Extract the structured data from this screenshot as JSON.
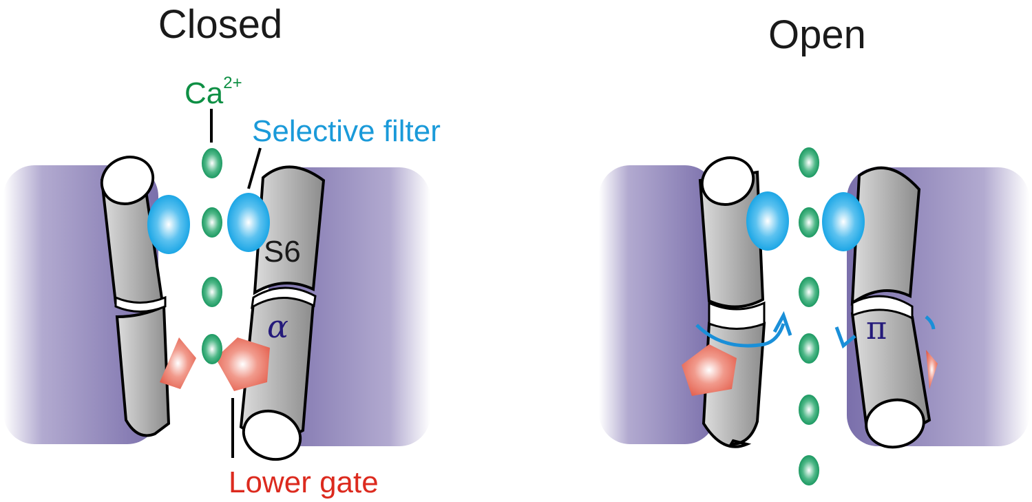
{
  "panels": {
    "closed": {
      "title": "Closed",
      "helix_label": "S6",
      "helix_type_symbol": "α",
      "labels": {
        "ion": "Ca",
        "ion_charge": "2+",
        "selective_filter": "Selective filter",
        "lower_gate": "Lower gate"
      }
    },
    "open": {
      "title": "Open",
      "helix_type_symbol": "π"
    }
  },
  "colors": {
    "membrane": "#7f74ad",
    "membrane_edge": "#ffffff",
    "helix_light": "#d6d6d6",
    "helix_dark": "#8e8e8e",
    "ion": "#1a9a5e",
    "ion_label": "#0e8f44",
    "filter": "#19a3e3",
    "filter_label": "#1a9ad9",
    "gate": "#e8705f",
    "gate_label": "#dc2a1e",
    "greek_label": "#241a7a",
    "rotation_arrow": "#1a8fd8",
    "title": "#1a1a1a"
  }
}
